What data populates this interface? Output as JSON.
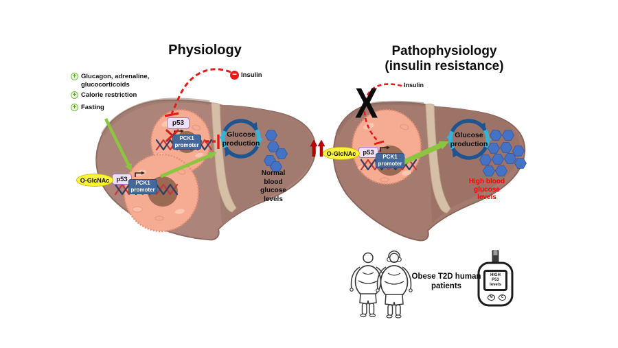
{
  "figure": {
    "left_panel": {
      "title": "Physiology",
      "stimuli": [
        "Glucagon, adrenaline, glucocorticoids",
        "Calorie restriction",
        "Fasting"
      ],
      "insulin": "Insulin",
      "o_glcnac": "O-GlcNAc",
      "p53": "p53",
      "pck1_promoter": "PCK1 promoter",
      "glucose_production": "Glucose production",
      "blood_glucose": "Normal blood glucose levels"
    },
    "right_panel": {
      "title": "Pathophysiology",
      "subtitle": "(insulin resistance)",
      "insulin": "Insulin",
      "o_glcnac": "O-GlcNAc",
      "p53": "p53",
      "pck1_promoter": "PCK1 promoter",
      "glucose_production": "Glucose production",
      "blood_glucose": "High blood glucose levels",
      "patients_caption": "Obese T2D human patients",
      "meter_display": "HIGH P53 levels",
      "meter_button_m": "M",
      "meter_button_c": "C"
    },
    "icons": {
      "plus": "+",
      "minus": "−",
      "block_x": "X",
      "up_arrow": "↑"
    },
    "colors": {
      "liver_left": "#ac847a",
      "liver_right": "#a57a6f",
      "liver_dark_lobe": "#a17a70",
      "hepatocyte": "#f6ac93",
      "ligament": "#d5bfa7",
      "nucleus": "#9a6a52",
      "p53_box": "#ede0f7",
      "p53_border": "#9c79c9",
      "pck1_box": "#44689b",
      "o_glcnac_fill": "#faf33c",
      "glucose_hexagon": "#4472c4",
      "cycle_dark_blue": "#21538f",
      "cycle_cyan": "#35b4d9",
      "activation_green": "#8cc63f",
      "inhibition_red": "#e81919",
      "high_glucose_text": "#ff0000",
      "up_arrow_red": "#c00000"
    }
  }
}
